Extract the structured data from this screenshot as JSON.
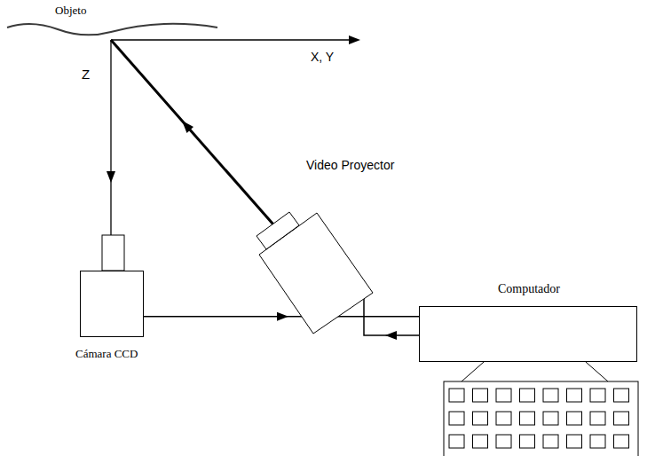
{
  "diagram": {
    "nodes": [
      {
        "text": [
          "Video Proyector"
        ]
      },
      {
        "text": [
          "Computador"
        ]
      },
      {
        "text": [
          "Cámara CCD"
        ]
      }
    ],
    "edges": [
      {
        "from": 2,
        "to": 1,
        "arrow": "to"
      },
      {
        "from": 1,
        "to": 0,
        "arrow": "to"
      }
    ],
    "labels": [
      "Objeto",
      "X, Y",
      "Z"
    ]
  }
}
